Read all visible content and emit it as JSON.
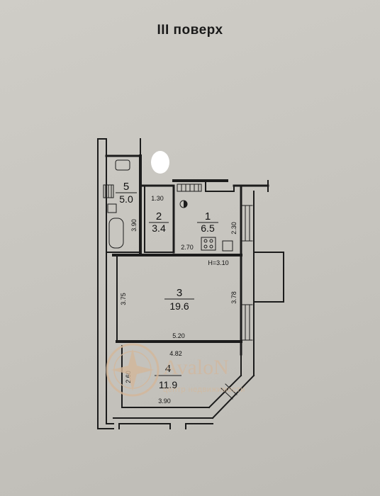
{
  "title": "III поверх",
  "rooms": [
    {
      "number": "1",
      "area": "6.5"
    },
    {
      "number": "2",
      "area": "3.4"
    },
    {
      "number": "3",
      "area": "19.6"
    },
    {
      "number": "4",
      "area": "11.9"
    },
    {
      "number": "5",
      "area": "5.0"
    }
  ],
  "dimensions": {
    "d_1_30": "1.30",
    "d_3_90_left": "3.90",
    "d_2_70": "2.70",
    "d_2_30": "2.30",
    "height": "H=3.10",
    "d_3_75": "3.75",
    "d_3_78": "3.78",
    "d_5_20": "5.20",
    "d_4_82": "4.82",
    "d_2_60": "2.60",
    "d_3_90_bottom": "3.90"
  },
  "watermark": {
    "brand": "AvaloN",
    "tagline": "центр недвижимости",
    "color": "#d4b79a"
  }
}
